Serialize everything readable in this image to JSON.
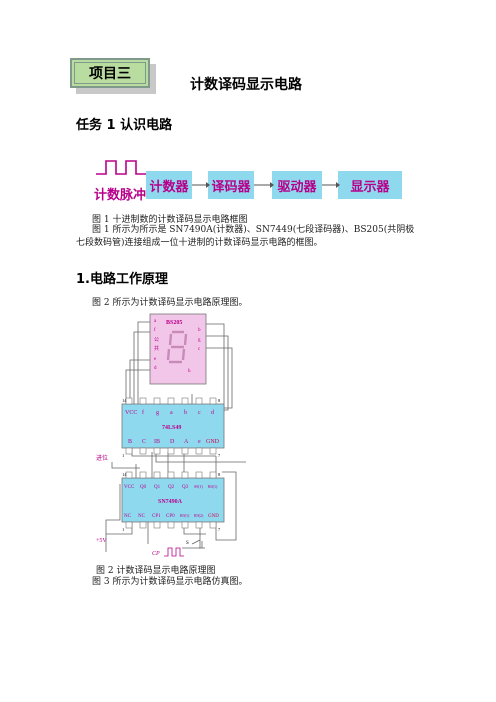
{
  "project_badge": "项目三",
  "title": "计数译码显示电路",
  "task_heading": "任务 1  认识电路",
  "block_diagram": {
    "input_label": "计数脉冲",
    "blocks": [
      "计数器",
      "译码器",
      "驱动器",
      "显示器"
    ]
  },
  "figure1_caption": "图 1    十进制数的计数译码显示电路框图",
  "paragraph1": "图 1 所示为所示是 SN7490A(计数器)、SN7449(七段译码器)、BS205(共阴极七段数码管)连接组成一位十进制的计数译码显示电路的框图。",
  "section_heading": "1.电路工作原理",
  "paragraph2": "图 2 所示为计数译码显示电路原理图。",
  "schematic": {
    "display": {
      "name": "BS205",
      "pins_left": [
        "a",
        "f",
        "公",
        "共",
        "e",
        "d"
      ],
      "pins_right": [
        "b",
        "g",
        "c",
        "h"
      ]
    },
    "decoder": {
      "name": "74LS49",
      "top_labels": [
        "VCC",
        "f",
        "g",
        "a",
        "b",
        "c",
        "d"
      ],
      "bottom_labels": [
        "B",
        "C",
        "IB",
        "D",
        "A",
        "e",
        "GND"
      ],
      "pin_top_left": "14",
      "pin_top_right": "8",
      "pin_bottom_left": "1",
      "pin_bottom_right": "7"
    },
    "counter": {
      "name": "SN7490A",
      "top_labels": [
        "VCC",
        "Q0",
        "Q1",
        "Q2",
        "Q3",
        "S9(1)",
        "R0(1)"
      ],
      "bottom_labels": [
        "NC",
        "NC",
        "CP1",
        "CP0",
        "R9(1)",
        "R9(2)",
        "GND"
      ],
      "pin_top_left": "14",
      "pin_top_right": "8",
      "pin_bottom_left": "1",
      "pin_bottom_right": "7"
    },
    "carry_label": "进位",
    "supply_label": "+5V",
    "switch_label": "S",
    "clock_label": "CP"
  },
  "figure2_caption": "图 2    计数译码显示电路原理图",
  "paragraph3": "图 3 所示为计数译码显示电路仿真图。"
}
